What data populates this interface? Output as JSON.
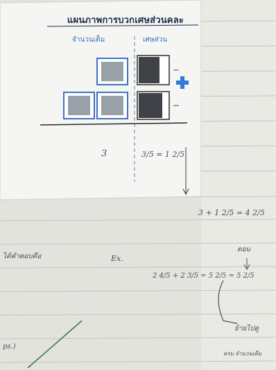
{
  "worksheet": {
    "title": "แผนภาพการบวกเศษส่วนคละ",
    "col_whole": "จำนวนเต็ม",
    "col_fraction": "เศษส่วน",
    "whole_result": "3",
    "fraction_result": "3/5 = 1 2/5"
  },
  "notebook": {
    "conversion": "3 + 1 2/5 = 4 2/5",
    "left_note": "ได้คำตอบคือ",
    "example_label": "Ex.",
    "equation": "2 4/5 + 2 3/5 = 5 2/5 = 5 2/5",
    "answer_label": "ตอบ",
    "bracket_note": "ย้ายไปดู",
    "bottom_left": "ps.)",
    "bottom_right": "ครบ จำนวนเต็ม"
  },
  "colors": {
    "box_blue": "#3a72c4",
    "plus_blue": "#2f7ad8",
    "ink": "#4a4f57",
    "paper": "#eef0ec"
  }
}
